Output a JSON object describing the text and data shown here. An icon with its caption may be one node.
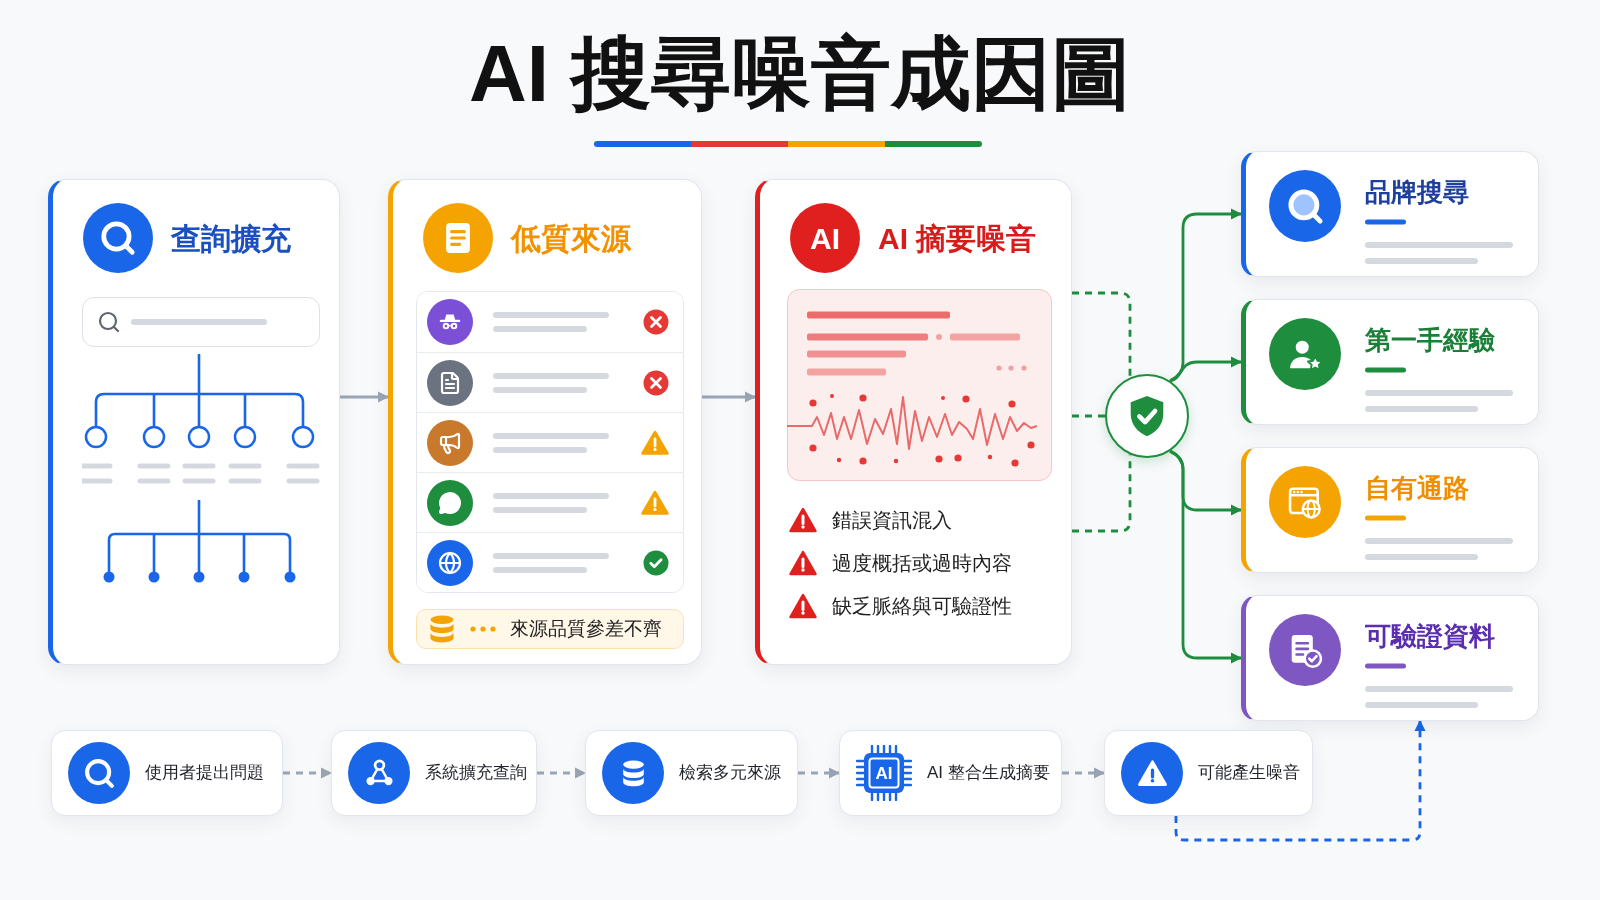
{
  "diagram": {
    "title": "AI 搜尋噪音成因圖",
    "nodes": [
      {
        "text": [
          "查詢擴充"
        ]
      },
      {
        "text": [
          "低質來源"
        ]
      },
      {
        "text": [
          "來源品質參差不齊"
        ],
        "in": 1
      },
      {
        "text": [
          "AI",
          "AI 摘要噪音",
          "錯誤資訊混入",
          "過度概括或過時內容",
          "缺乏脈絡與可驗證性"
        ]
      },
      {
        "text": [],
        "shape": "circle"
      },
      {
        "text": [
          "品牌搜尋"
        ]
      },
      {
        "text": [
          "第一手經驗"
        ]
      },
      {
        "text": [
          "自有通路"
        ]
      },
      {
        "text": [
          "可驗證資料"
        ]
      },
      {
        "text": [
          "使用者提出問題"
        ]
      },
      {
        "text": [
          "系統擴充查詢"
        ]
      },
      {
        "text": [
          "檢索多元來源"
        ]
      },
      {
        "text": [
          "AI",
          "AI 整合生成摘要"
        ]
      },
      {
        "text": [
          "可能產生噪音"
        ]
      }
    ],
    "edges": [
      {
        "from": 0,
        "to": 1,
        "arrow": "to",
        "color": "#9aa5b5"
      },
      {
        "from": 1,
        "to": 3,
        "arrow": "to",
        "color": "#9aa5b5"
      },
      {
        "from": 3,
        "to": 4,
        "arrow": "none",
        "style": "dashed",
        "color": "#1e8e3e"
      },
      {
        "from": 3,
        "to": 4,
        "arrow": "none",
        "style": "dashed",
        "color": "#1e8e3e"
      },
      {
        "from": 3,
        "to": 4,
        "arrow": "none",
        "style": "dashed",
        "color": "#1e8e3e"
      },
      {
        "from": 4,
        "to": 5,
        "arrow": "to",
        "color": "#1e8e3e"
      },
      {
        "from": 4,
        "to": 6,
        "arrow": "to",
        "color": "#1e8e3e"
      },
      {
        "from": 4,
        "to": 7,
        "arrow": "to",
        "color": "#1e8e3e"
      },
      {
        "from": 4,
        "to": 8,
        "arrow": "to",
        "color": "#1e8e3e"
      },
      {
        "from": 9,
        "to": 10,
        "arrow": "to",
        "style": "dashed",
        "color": "#9aa5b5"
      },
      {
        "from": 10,
        "to": 11,
        "arrow": "to",
        "style": "dashed",
        "color": "#9aa5b5"
      },
      {
        "from": 11,
        "to": 12,
        "arrow": "to",
        "style": "dashed",
        "color": "#9aa5b5"
      },
      {
        "from": 12,
        "to": 13,
        "arrow": "to",
        "style": "dashed",
        "color": "#9aa5b5"
      },
      {
        "from": 13,
        "to": 8,
        "arrow": "to",
        "style": "dashed",
        "color": "#1a66e8"
      }
    ]
  }
}
